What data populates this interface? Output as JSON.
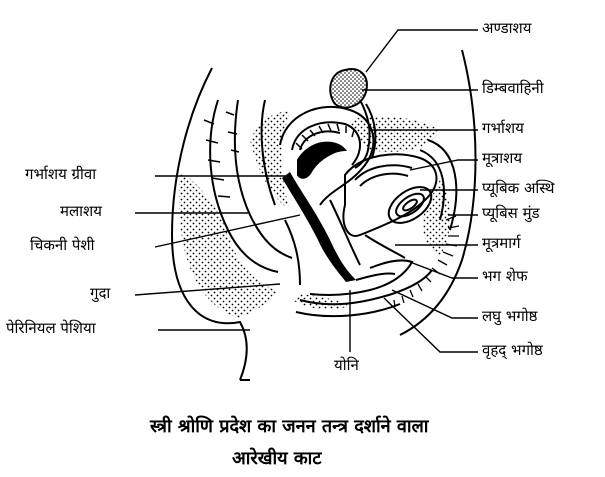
{
  "labels": {
    "ovary": "अण्डाशय",
    "fallopian_tube": "डिम्बवाहिनी",
    "uterus": "गर्भाशय",
    "urinary_bladder": "मूत्राशय",
    "pubic_bone": "प्यूबिक अस्थि",
    "mons_pubis": "प्यूबिस मुंड",
    "urethra": "मूत्रमार्ग",
    "clitoris": "भग शेफ",
    "labia_minora": "लघु भगोष्ठ",
    "labia_majora": "वृहद् भगोष्ठ",
    "vagina": "योनि",
    "cervix": "गर्भाशय ग्रीवा",
    "rectum": "मलाशय",
    "smooth_muscle": "चिकनी पेशी",
    "anus": "गुदा",
    "perineal_muscle": "पेरिनियल पेशिया"
  },
  "caption": {
    "line1": "स्त्री श्रोणि प्रदेश का जनन तन्त्र दर्शाने वाला",
    "line2": "आरेखीय काट"
  }
}
